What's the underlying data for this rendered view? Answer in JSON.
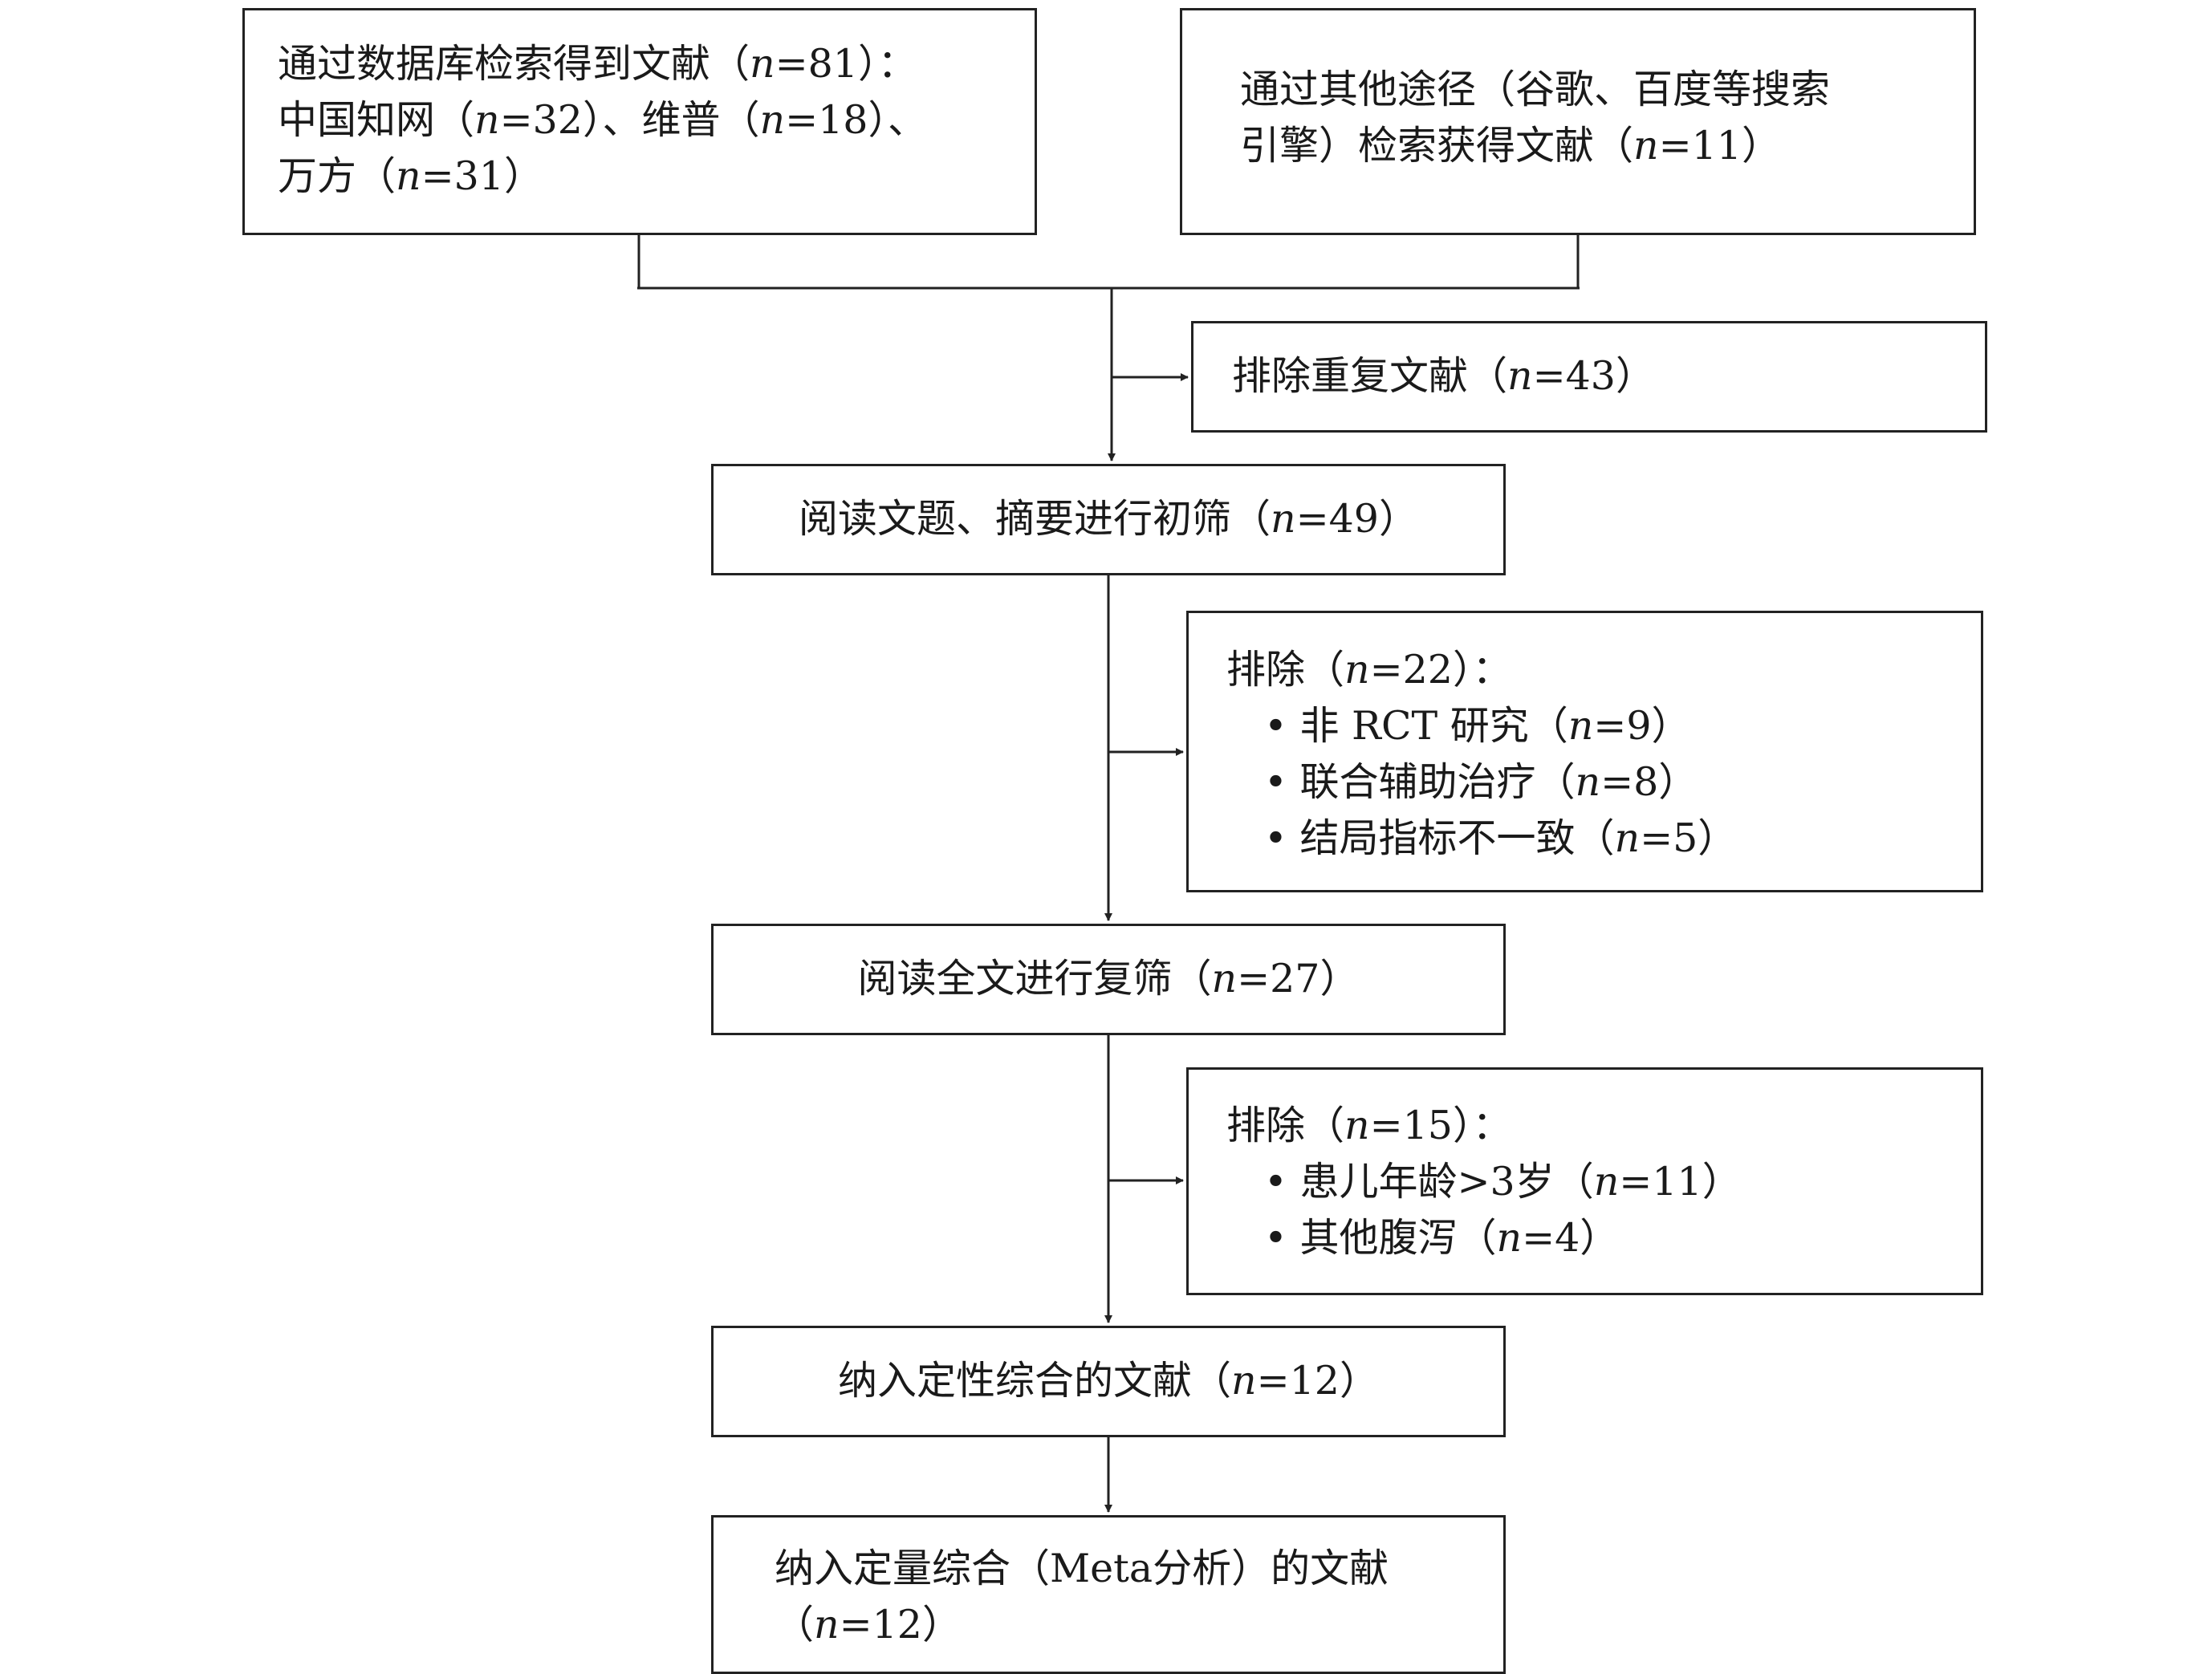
{
  "boxes": {
    "db_search": {
      "line1": {
        "a": "通过数据库检索得到文献（",
        "n": "n",
        "b": "=81）："
      },
      "line2": {
        "a": "中国知网（",
        "n1": "n",
        "b": "=32）、维普（",
        "n2": "n",
        "c": "=18）、"
      },
      "line3": {
        "a": "万方（",
        "n": "n",
        "b": "=31）"
      }
    },
    "other_search": {
      "line1": "通过其他途径（谷歌、百度等搜索",
      "line2": {
        "a": "引擎）检索获得文献（",
        "n": "n",
        "b": "=11）"
      }
    },
    "dup_exclude": {
      "a": "排除重复文献（",
      "n": "n",
      "b": "=43）"
    },
    "title_screen": {
      "a": "阅读文题、摘要进行初筛（",
      "n": "n",
      "b": "=49）"
    },
    "exclude1": {
      "header": {
        "a": "排除（",
        "n": "n",
        "b": "=22）："
      },
      "items": [
        {
          "a": "非 RCT 研究（",
          "n": "n",
          "b": "=9）"
        },
        {
          "a": "联合辅助治疗（",
          "n": "n",
          "b": "=8）"
        },
        {
          "a": "结局指标不一致（",
          "n": "n",
          "b": "=5）"
        }
      ]
    },
    "fulltext_screen": {
      "a": "阅读全文进行复筛（",
      "n": "n",
      "b": "=27）"
    },
    "exclude2": {
      "header": {
        "a": "排除（",
        "n": "n",
        "b": "=15）："
      },
      "items": [
        {
          "a": "患儿年龄>3岁（",
          "n": "n",
          "b": "=11）"
        },
        {
          "a": "其他腹泻（",
          "n": "n",
          "b": "=4）"
        }
      ]
    },
    "qualitative": {
      "a": "纳入定性综合的文献（",
      "n": "n",
      "b": "=12）"
    },
    "quantitative": {
      "line1": "纳入定量综合（Meta分析）的文献",
      "line2": {
        "a": "（",
        "n": "n",
        "b": "=12）"
      }
    }
  },
  "bullet": "•"
}
